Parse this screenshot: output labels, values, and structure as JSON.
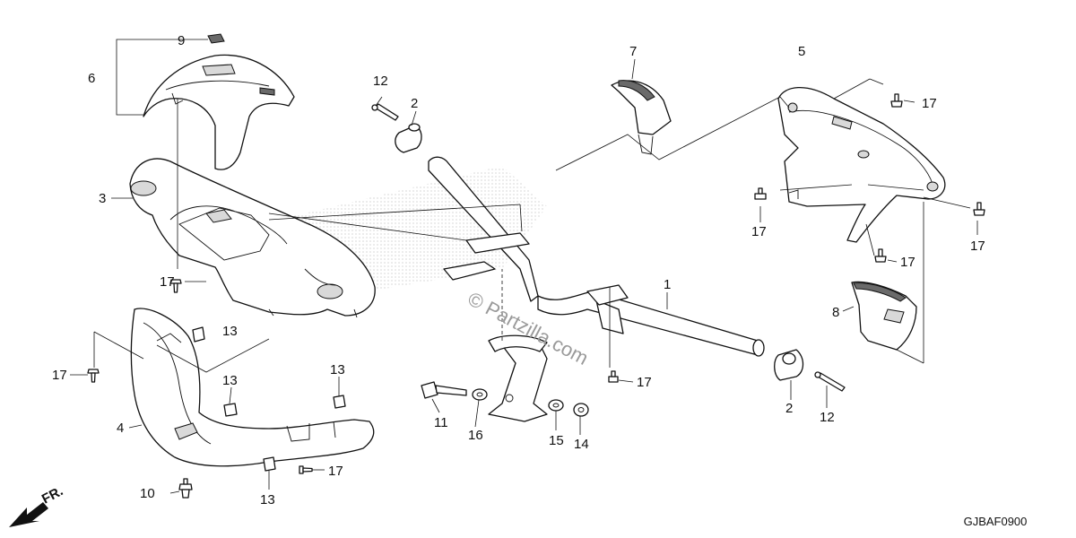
{
  "diagram": {
    "code": "GJBAF0900",
    "front_label": "FR.",
    "watermark": "© Partzilla.com",
    "callouts": {
      "c9": "9",
      "c6": "6",
      "c3": "3",
      "c17_left_upper": "17",
      "c13_left_upper": "13",
      "c17_left_lower": "17",
      "c4": "4",
      "c13_mid": "13",
      "c13_right_small": "13",
      "c17_bottom": "17",
      "c13_bottom": "13",
      "c10": "10",
      "c12_top": "12",
      "c2_top": "2",
      "c11": "11",
      "c16": "16",
      "c15": "15",
      "c14": "14",
      "c17_stem": "17",
      "c7": "7",
      "c1": "1",
      "c5": "5",
      "c17_r_top": "17",
      "c17_r_left": "17",
      "c17_r_right": "17",
      "c17_r_low": "17",
      "c8": "8",
      "c2_bottom": "2",
      "c12_bottom": "12"
    }
  },
  "icons": {
    "front_arrow": "front-direction-arrow-icon"
  }
}
